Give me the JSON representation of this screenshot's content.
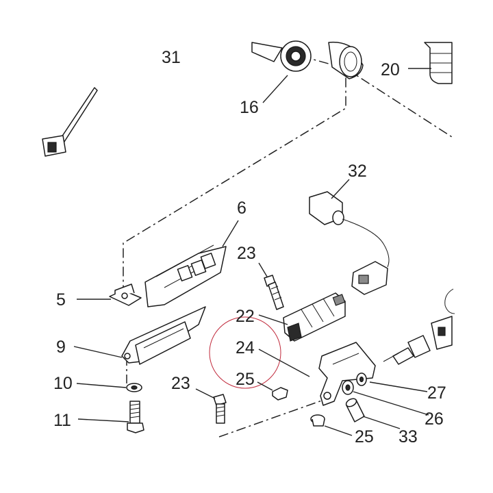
{
  "diagram": {
    "accent_circle_color": "#c0283a",
    "line_color": "#222222",
    "callouts": {
      "c31": "31",
      "c16": "16",
      "c20": "20",
      "c32": "32",
      "c6": "6",
      "c23a": "23",
      "c5": "5",
      "c22": "22",
      "c24": "24",
      "c9": "9",
      "c25a": "25",
      "c10": "10",
      "c23b": "23",
      "c27": "27",
      "c26": "26",
      "c11": "11",
      "c25b": "25",
      "c33": "33"
    }
  }
}
